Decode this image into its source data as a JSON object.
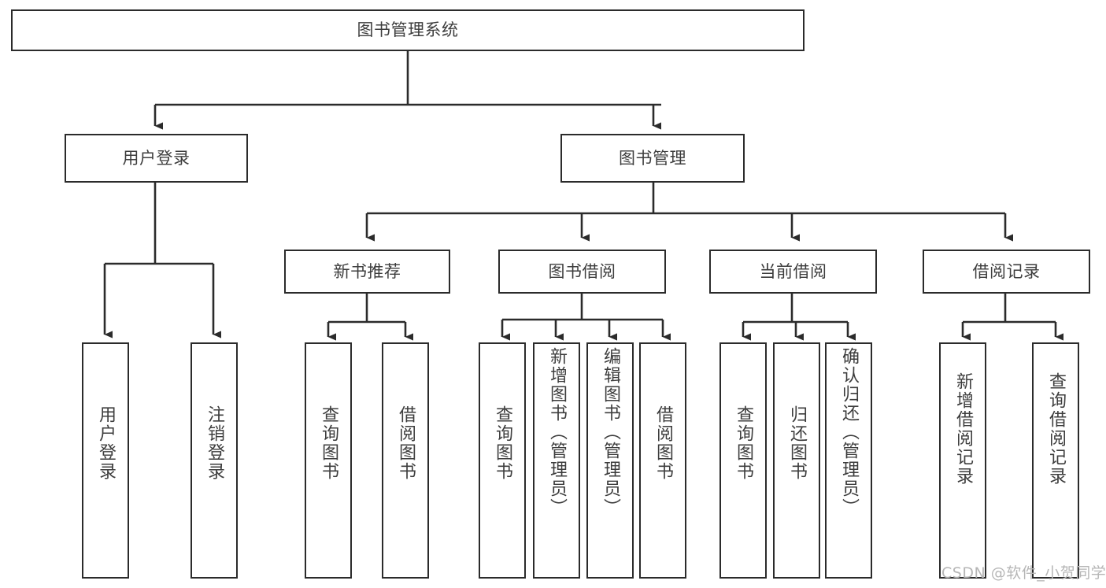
{
  "diagram": {
    "title": "图书管理系统",
    "type": "tree",
    "stroke_color": "#2b2b2b",
    "text_color": "#3d3d3d",
    "background_color": "#ffffff",
    "watermark": "CSDN @软件_小贺同学",
    "root": {
      "id": "root",
      "label": "图书管理系统"
    },
    "level2": [
      {
        "id": "user-login",
        "label": "用户登录"
      },
      {
        "id": "book-manage",
        "label": "图书管理"
      }
    ],
    "level3": [
      {
        "id": "new-book-recommend",
        "label": "新书推荐",
        "parent": "book-manage"
      },
      {
        "id": "book-borrow",
        "label": "图书借阅",
        "parent": "book-manage"
      },
      {
        "id": "current-borrow",
        "label": "当前借阅",
        "parent": "book-manage"
      },
      {
        "id": "borrow-record",
        "label": "借阅记录",
        "parent": "book-manage"
      }
    ],
    "leaves": {
      "user-login": [
        {
          "id": "leaf-user-login",
          "label": "用户登录"
        },
        {
          "id": "leaf-logout",
          "label": "注销登录"
        }
      ],
      "new-book-recommend": [
        {
          "id": "leaf-query-book-1",
          "label": "查询图书"
        },
        {
          "id": "leaf-borrow-book-1",
          "label": "借阅图书"
        }
      ],
      "book-borrow": [
        {
          "id": "leaf-query-book-2",
          "label": "查询图书"
        },
        {
          "id": "leaf-add-book",
          "label": "新增图书（管理员）"
        },
        {
          "id": "leaf-edit-book",
          "label": "编辑图书（管理员）"
        },
        {
          "id": "leaf-borrow-book-2",
          "label": "借阅图书"
        }
      ],
      "current-borrow": [
        {
          "id": "leaf-query-book-3",
          "label": "查询图书"
        },
        {
          "id": "leaf-return-book",
          "label": "归还图书"
        },
        {
          "id": "leaf-confirm-return",
          "label": "确认归还（管理员）"
        }
      ],
      "borrow-record": [
        {
          "id": "leaf-add-record",
          "label": "新增借阅记录"
        },
        {
          "id": "leaf-query-record",
          "label": "查询借阅记录"
        }
      ]
    }
  }
}
